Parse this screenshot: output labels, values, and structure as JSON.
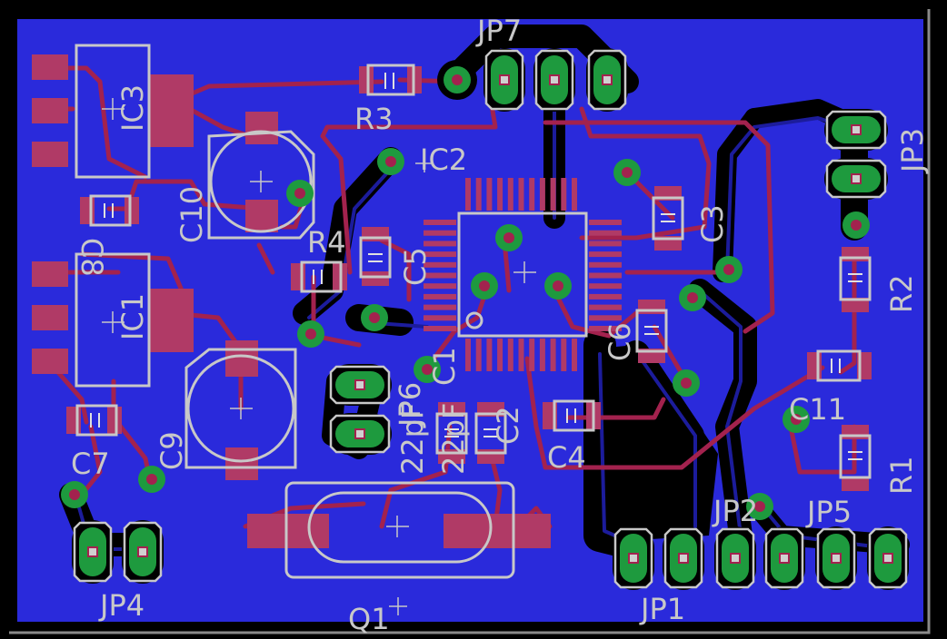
{
  "board": {
    "colors": {
      "background": "#000000",
      "copper_pour": "#2a2adb",
      "bottom_trace": "#1c1c9c",
      "top_trace": "#a3224e",
      "pad_top": "#b03a66",
      "via_ring": "#2db34a",
      "pth_pad": "#1e9a3e",
      "silkscreen": "#c8c8c8",
      "outline": "#8a8a8a"
    }
  },
  "labels": {
    "jp7": "JP7",
    "jp3": "JP3",
    "jp1": "JP1",
    "jp2": "JP2",
    "jp4": "JP4",
    "jp5": "JP5",
    "jp6": "JP6",
    "ic3": "IC3",
    "ic1": "IC1",
    "ic2": "IC2",
    "r1": "R1",
    "r2": "R2",
    "r3": "R3",
    "r4": "R4",
    "c1": "C1",
    "c2": "C2",
    "c3": "C3",
    "c4": "C4",
    "c5": "C5",
    "c6": "C6",
    "c7": "C7",
    "c8": "C8",
    "c9": "C9",
    "c10": "C10",
    "c11": "C11",
    "q1": "Q1",
    "val_22pf_a": "22pF",
    "val_22pf_b": "22pF"
  }
}
